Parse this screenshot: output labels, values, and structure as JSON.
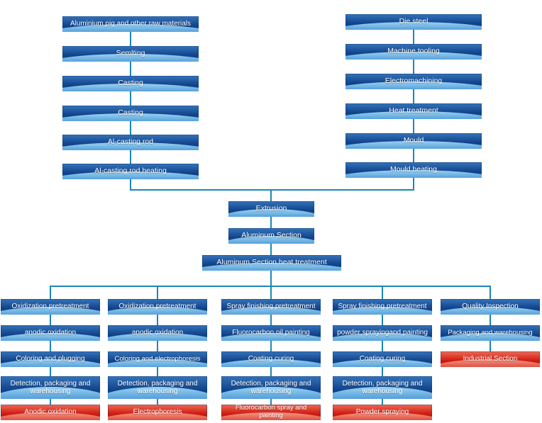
{
  "flowchart": {
    "left_chain": [
      "Aluminium pig and other raw materials",
      "Semlting",
      "Casting",
      "Casting",
      "Al-casting rod",
      "Al-casting rod heating"
    ],
    "right_chain": [
      "Die steel",
      "Machine tooling",
      "Electromachining",
      "Heat treatment",
      "Mould",
      "Mould heating"
    ],
    "center_chain": [
      "Extrusion",
      "Aluminum Section",
      "Aluminum Section heat treatment"
    ],
    "branches": [
      {
        "steps": [
          "Oxidization pretreatment",
          "anodic oxidation",
          "Coloring and plugging",
          "Detection, packaging and warehousing"
        ],
        "final": "Anodic oxidation"
      },
      {
        "steps": [
          "Oxidization pretreatment",
          "anodic oxidation",
          "Coloring and electrophoresis",
          "Detection, packaging and warehousing"
        ],
        "final": "Electrophoresis"
      },
      {
        "steps": [
          "Spray finishing pretreatment",
          "Fluorocarbon oil painting",
          "Coating curing",
          "Detection, packaging and warehousing"
        ],
        "final": "Fluorocarbon spray and painting"
      },
      {
        "steps": [
          "Spray finishing pretreatment",
          "powder sprayingand painting",
          "Coating curing",
          "Detection, packaging and warehousing"
        ],
        "final": "Powder spraying"
      },
      {
        "steps": [
          "Quality Inspection",
          "Packaging and warehousing"
        ],
        "final": "Industrial Section"
      }
    ],
    "colors": {
      "node_blue": "#12448c",
      "node_highlight": "#9ad2f2",
      "node_red": "#cf1d12",
      "connector": "#1b87b8",
      "text": "#ffffff"
    }
  }
}
